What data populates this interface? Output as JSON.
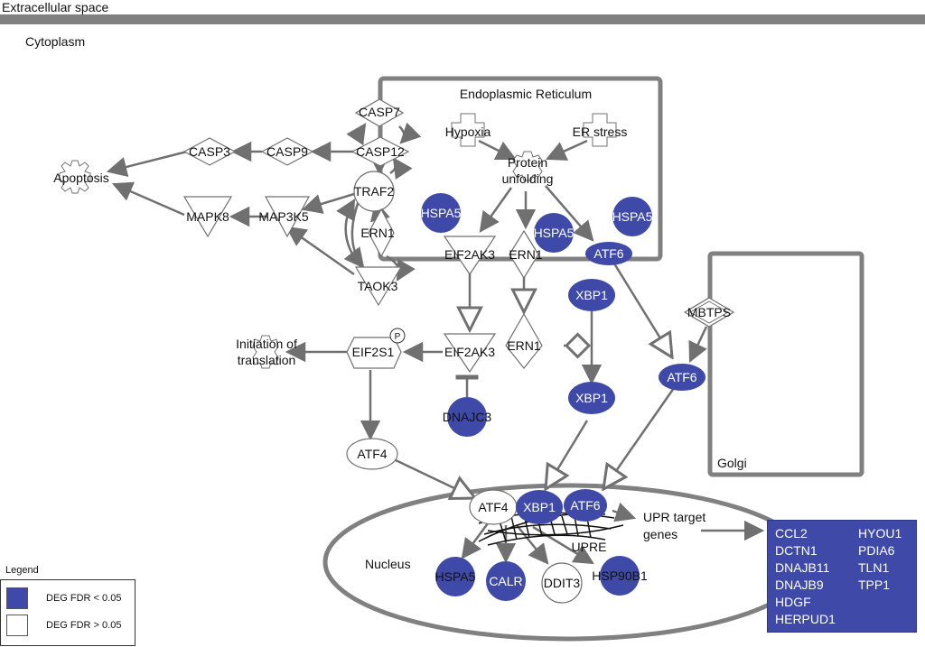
{
  "regions": {
    "extracellular": "Extracellular space",
    "cytoplasm": "Cytoplasm",
    "er": "Endoplasmic Reticulum",
    "golgi": "Golgi",
    "nucleus": "Nucleus"
  },
  "nodes": {
    "casp7": "CASP7",
    "casp12": "CASP12",
    "casp3": "CASP3",
    "casp9": "CASP9",
    "apoptosis": "Apoptosis",
    "traf2": "TRAF2",
    "mapk8": "MAPK8",
    "map3k5": "MAP3K5",
    "ern1_top": "ERN1",
    "taok3": "TAOK3",
    "hypoxia": "Hypoxia",
    "er_stress": "ER stress",
    "protein_unfolding_1": "Protein",
    "protein_unfolding_2": "unfolding",
    "hspa5_a": "HSPA5",
    "hspa5_b": "HSPA5",
    "hspa5_c": "HSPA5",
    "eif2ak3_top": "EIF2AK3",
    "ern1_mid": "ERN1",
    "atf6_er": "ATF6",
    "xbp1_top": "XBP1",
    "mbtps": "MBTPS",
    "initiation_1": "Initiation of",
    "initiation_2": "translation",
    "eif2s1": "EIF2S1",
    "phospho": "P",
    "eif2ak3_bottom": "EIF2AK3",
    "ern1_bottom": "ERN1",
    "atf6_mid": "ATF6",
    "xbp1_mid": "XBP1",
    "dnajc3": "DNAJC3",
    "atf4_cyto": "ATF4",
    "atf4_nuc": "ATF4",
    "xbp1_nuc": "XBP1",
    "atf6_nuc": "ATF6",
    "upre": "UPRE",
    "upr_target_1": "UPR target",
    "upr_target_2": "genes",
    "hspa5_nuc": "HSPA5",
    "calr": "CALR",
    "ddit3": "DDIT3",
    "hsp90b1": "HSP90B1"
  },
  "upr_targets": {
    "col1": [
      "CCL2",
      "DCTN1",
      "DNAJB11",
      "DNAJB9",
      "HDGF",
      "HERPUD1"
    ],
    "col2": [
      "HYOU1",
      "PDIA6",
      "TLN1",
      "TPP1"
    ]
  },
  "legend": {
    "title": "Legend",
    "items": [
      {
        "label": "DEG FDR < 0.05",
        "color": "#3f4aa8"
      },
      {
        "label": "DEG FDR > 0.05",
        "color": "#ffffff"
      }
    ]
  },
  "colors": {
    "deg": "#3f4aa8",
    "edge": "#707070",
    "compartment": "#808080"
  }
}
